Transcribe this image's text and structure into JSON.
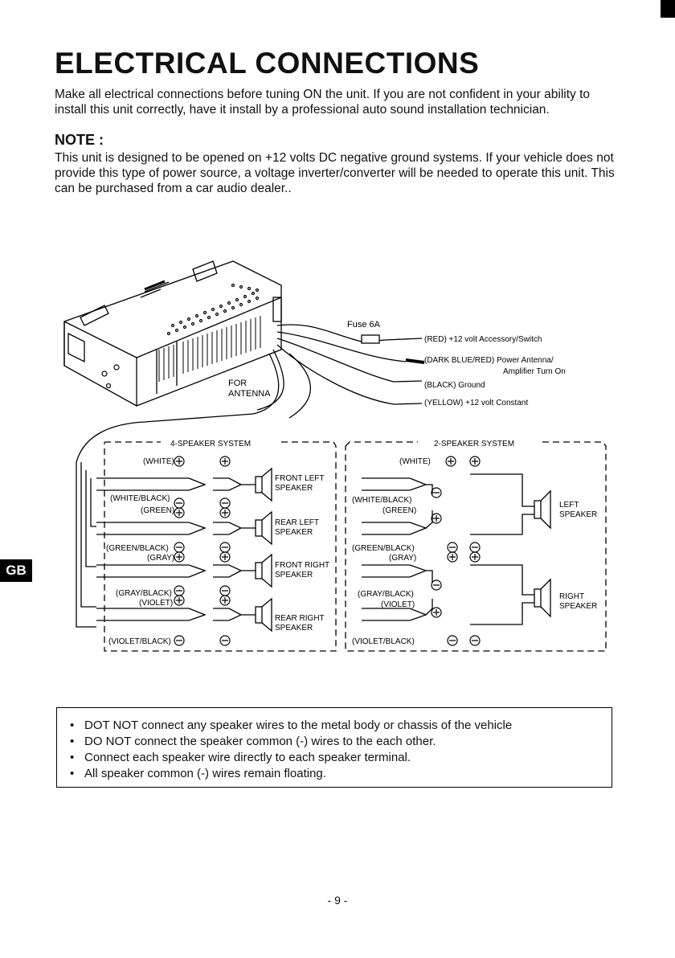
{
  "title": "ELECTRICAL CONNECTIONS",
  "intro": "Make all electrical connections before tuning ON the unit. If you are not confident in your ability to install this unit correctly, have it install by a professional auto sound installation technician.",
  "note": {
    "heading": "NOTE :",
    "body": "This unit is designed to be opened on +12 volts DC negative ground systems. If your vehicle does not provide this type of power source, a voltage inverter/converter will be needed to operate this unit. This can be purchased from a car audio dealer.."
  },
  "diagram": {
    "fuse": "Fuse 6A",
    "for_antenna": [
      "FOR",
      "ANTENNA"
    ],
    "wires": {
      "red": "(RED) +12 volt Accessory/Switch",
      "dark_blue_1": "(DARK BLUE/RED) Power Antenna/",
      "dark_blue_2": "Amplifier Turn On",
      "black": "(BLACK) Ground",
      "yellow": "(YELLOW) +12 volt Constant"
    },
    "four_speaker": {
      "title": "4-SPEAKER SYSTEM",
      "wires": [
        "(WHITE)",
        "(WHITE/BLACK)",
        "(GREEN)",
        "(GREEN/BLACK)",
        "(GRAY)",
        "(GRAY/BLACK)",
        "(VIOLET)",
        "(VIOLET/BLACK)"
      ],
      "speakers": [
        [
          "FRONT LEFT",
          "SPEAKER"
        ],
        [
          "REAR LEFT",
          "SPEAKER"
        ],
        [
          "FRONT RIGHT",
          "SPEAKER"
        ],
        [
          "REAR RIGHT",
          "SPEAKER"
        ]
      ]
    },
    "two_speaker": {
      "title": "2-SPEAKER SYSTEM",
      "wires": [
        "(WHITE)",
        "(WHITE/BLACK)",
        "(GREEN)",
        "(GREEN/BLACK)",
        "(GRAY)",
        "(GRAY/BLACK)",
        "(VIOLET)",
        "(VIOLET/BLACK)"
      ],
      "speakers": [
        [
          "LEFT",
          "SPEAKER"
        ],
        [
          "RIGHT",
          "SPEAKER"
        ]
      ]
    }
  },
  "side_tab": "GB",
  "warnings": [
    "DOT NOT connect any speaker wires to the metal body or chassis of the vehicle",
    "DO NOT connect the speaker common (-) wires to the each other.",
    "Connect each speaker wire directly to each speaker terminal.",
    "All speaker common (-) wires remain floating."
  ],
  "page_number": "- 9 -"
}
